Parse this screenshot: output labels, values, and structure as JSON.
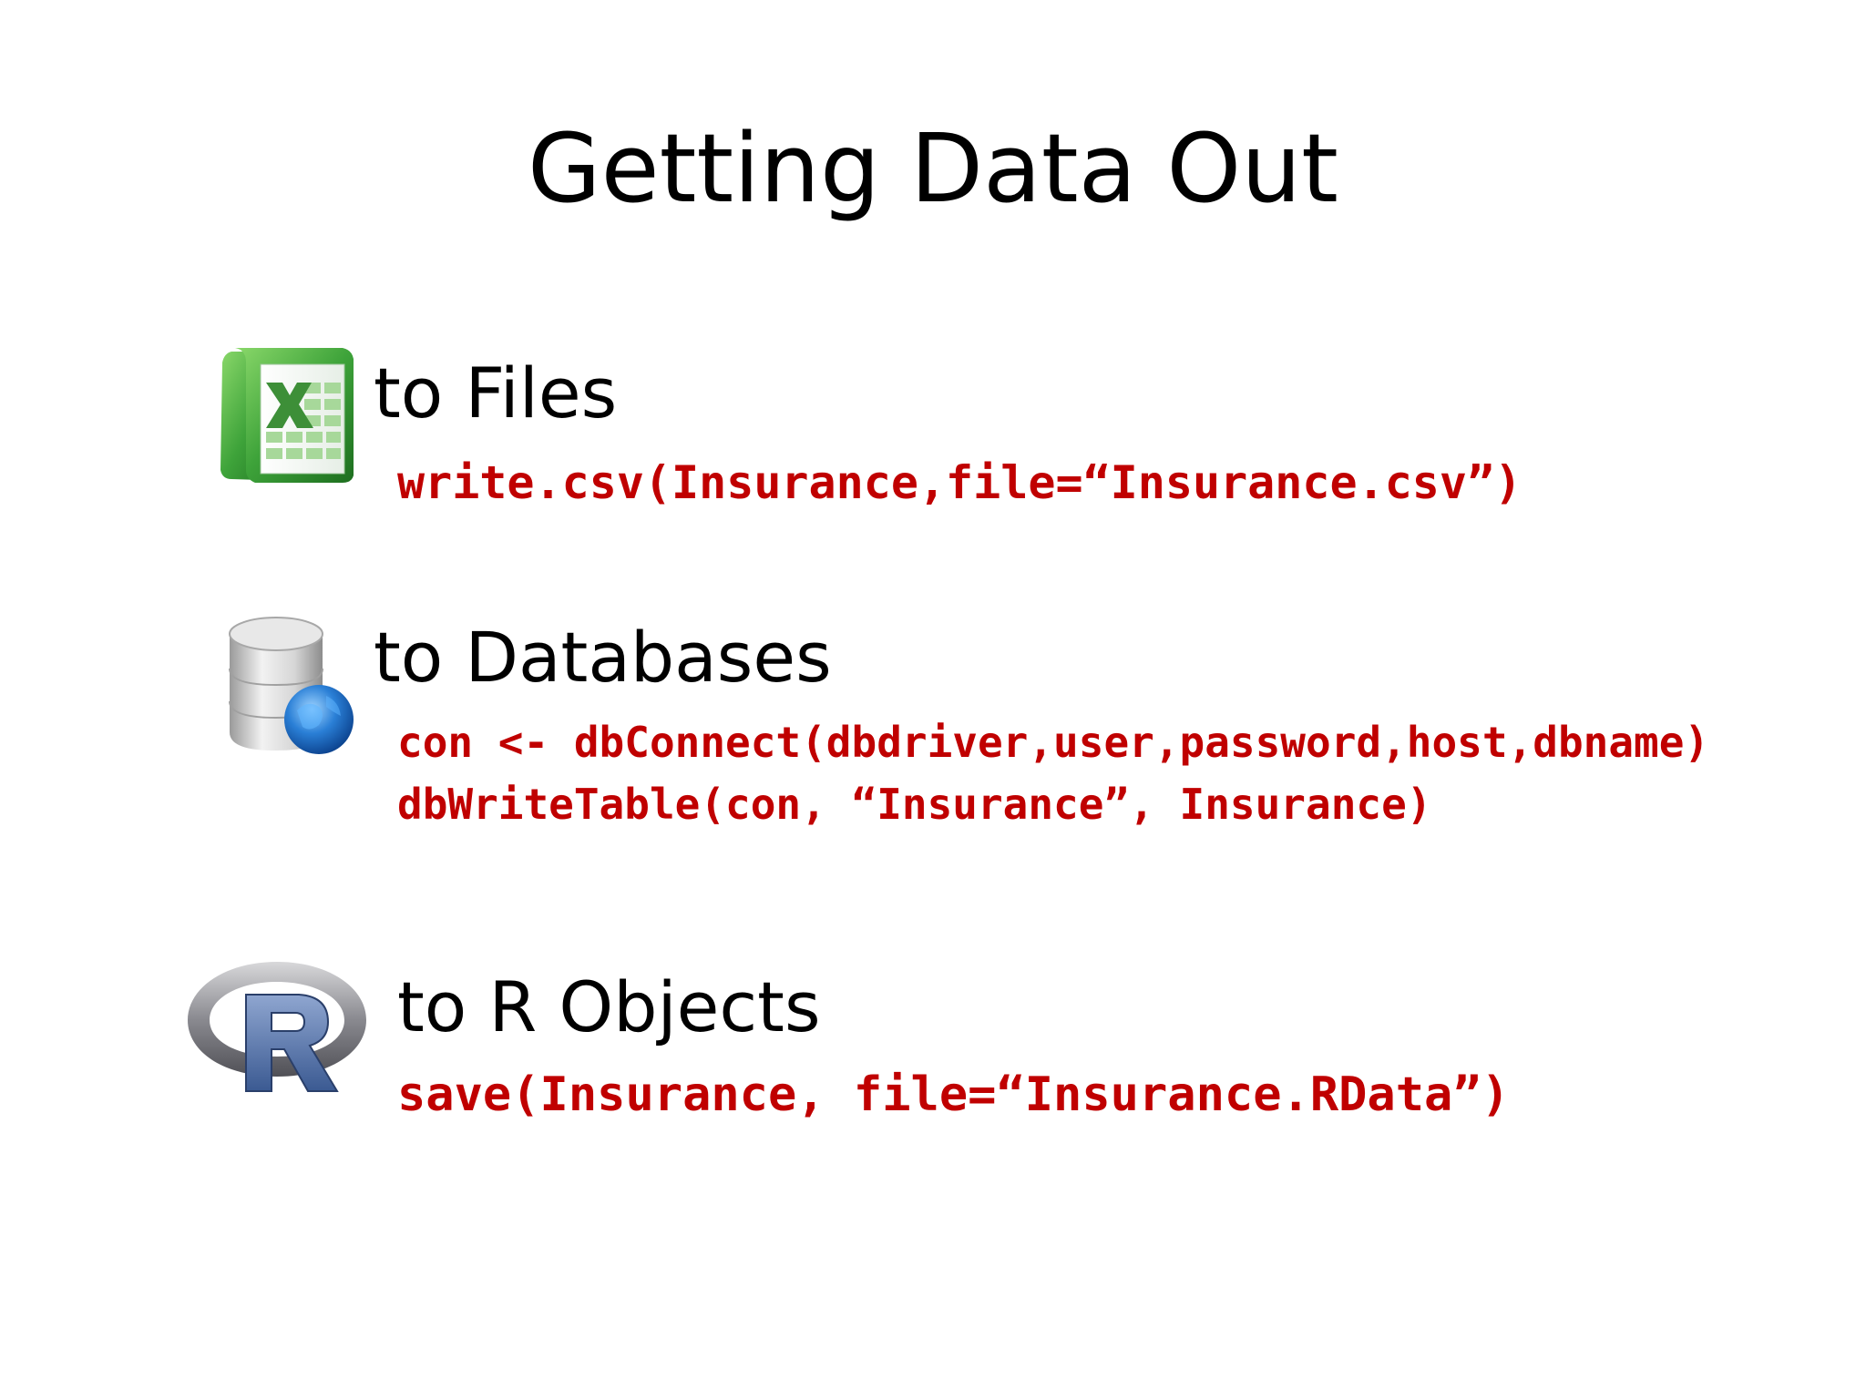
{
  "slide": {
    "title": "Getting Data Out"
  },
  "sections": [
    {
      "heading": "to Files",
      "icon": "spreadsheet-icon",
      "code": [
        "write.csv(Insurance,file=“Insurance.csv”)"
      ]
    },
    {
      "heading": "to Databases",
      "icon": "database-globe-icon",
      "code": [
        "con <- dbConnect(dbdriver,user,password,host,dbname)",
        "dbWriteTable(con, “Insurance”, Insurance)"
      ]
    },
    {
      "heading": "to R Objects",
      "icon": "r-logo-icon",
      "code": [
        "save(Insurance, file=“Insurance.RData”)"
      ]
    }
  ],
  "colors": {
    "code": "#c00000",
    "text": "#000000",
    "background": "#ffffff"
  }
}
